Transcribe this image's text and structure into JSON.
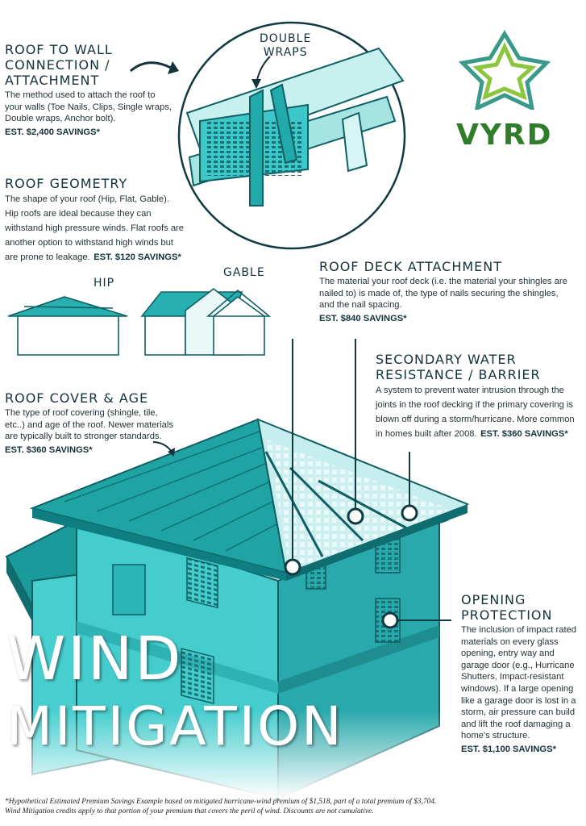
{
  "brand": {
    "name": "VYRD",
    "color": "#2f7d2a",
    "accent": "#3a9a8a"
  },
  "colors": {
    "roof": "#1fa3a3",
    "wall": "#3fc9c9",
    "wall_dark": "#27a6a8",
    "ink": "#14323a"
  },
  "sections": {
    "roof_to_wall": {
      "title_line1": "ROOF TO WALL",
      "title_line2": "CONNECTION /",
      "title_line3": "ATTACHMENT",
      "body": "The method used to attach the roof to your walls (Toe Nails, Clips, Single wraps, Double wraps, Anchor bolt).",
      "savings": "EST. $2,400 SAVINGS*"
    },
    "roof_geometry": {
      "title": "ROOF GEOMETRY",
      "body": "The shape of your roof (Hip, Flat, Gable). Hip roofs are ideal because they can withstand high pressure winds. Flat roofs are another option to withstand high winds but are prone to leakage.",
      "savings": "EST. $120 SAVINGS*"
    },
    "roof_deck": {
      "title": "ROOF DECK ATTACHMENT",
      "body": "The material your roof deck (i.e. the material your shingles are nailed to) is made of, the type of nails securing the shingles, and the nail spacing.",
      "savings": "EST. $840 SAVINGS*"
    },
    "secondary_water": {
      "title_line1": "SECONDARY WATER",
      "title_line2": "RESISTANCE / BARRIER",
      "body": "A system to prevent water intrusion through the joints in the roof decking if the primary covering is blown off during a storm/hurricane. More common in homes built after 2008.",
      "savings": "EST. $360 SAVINGS*"
    },
    "roof_cover": {
      "title": "ROOF COVER & AGE",
      "body": "The type of roof covering (shingle, tile, etc..) and age of the roof. Newer materials are typically built to stronger standards.",
      "savings": "EST. $360 SAVINGS*"
    },
    "opening": {
      "title_line1": "OPENING",
      "title_line2": "PROTECTION",
      "body": "The inclusion of impact rated materials on every glass opening, entry way and garage door (e.g., Hurricane Shutters, Impact-resistant windows). If a large opening like a garage door is lost in a storm, air pressure can build and lift the roof damaging a home's structure.",
      "savings": "EST. $1,100 SAVINGS*"
    }
  },
  "labels": {
    "double_wraps_1": "DOUBLE",
    "double_wraps_2": "WRAPS",
    "hip": "HIP",
    "gable": "GABLE"
  },
  "title": {
    "line1": "WIND",
    "line2": "MITIGATION"
  },
  "footnote": {
    "line1": "*Hypothetical Estimated Premium Savings Example based on mitigated hurricane-wind premium of $1,518, part of a total premium of $3,704.",
    "line2": "Wind Mitigation credits apply to that portion of your premium that covers the peril of wind. Discounts are not cumulative."
  }
}
